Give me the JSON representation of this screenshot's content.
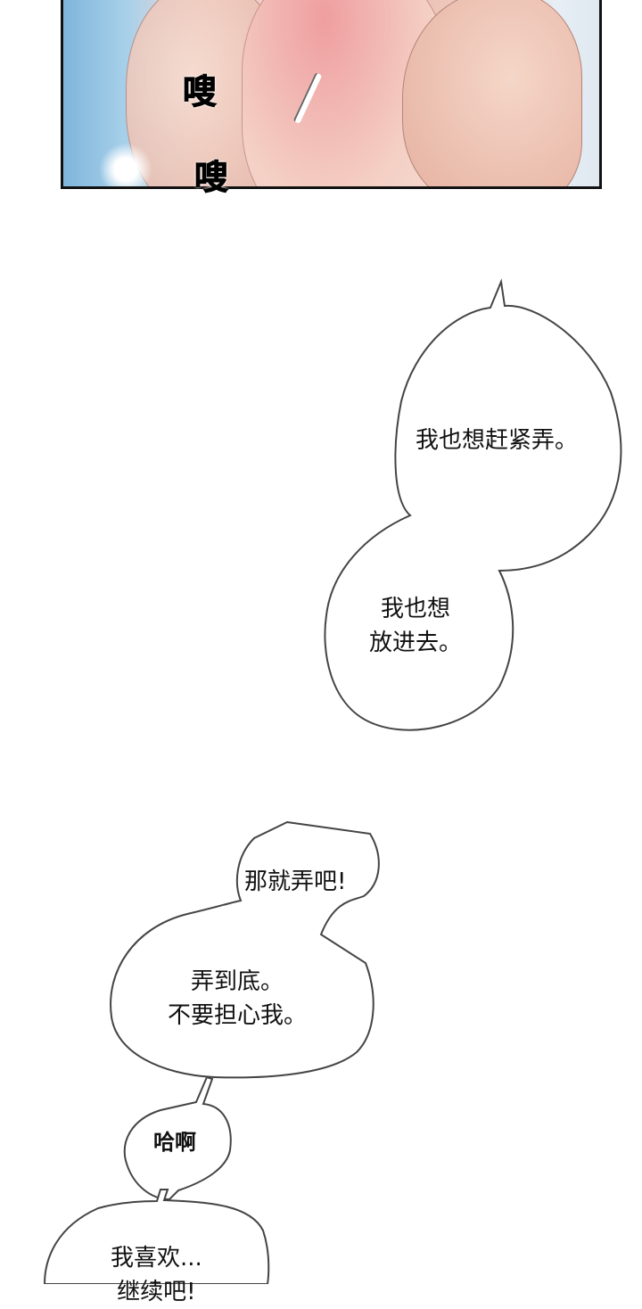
{
  "panel": {
    "sound_effects": [
      "嗖",
      "嗖"
    ]
  },
  "bubbles": [
    {
      "id": "bubble-1",
      "lines": [
        "我也想赶紧弄。"
      ]
    },
    {
      "id": "bubble-2",
      "lines": [
        "我也想",
        "放进去。"
      ]
    },
    {
      "id": "bubble-3",
      "lines": [
        "那就弄吧!"
      ]
    },
    {
      "id": "bubble-4",
      "lines": [
        "弄到底。",
        "不要担心我。"
      ]
    },
    {
      "id": "bubble-5",
      "lines": [
        "哈啊"
      ]
    },
    {
      "id": "bubble-6",
      "lines": [
        "我喜欢...",
        "继续吧!"
      ]
    }
  ],
  "colors": {
    "border": "#111111",
    "background": "#ffffff",
    "sky": "#7fb6db",
    "skin": "#f2c4c0"
  }
}
